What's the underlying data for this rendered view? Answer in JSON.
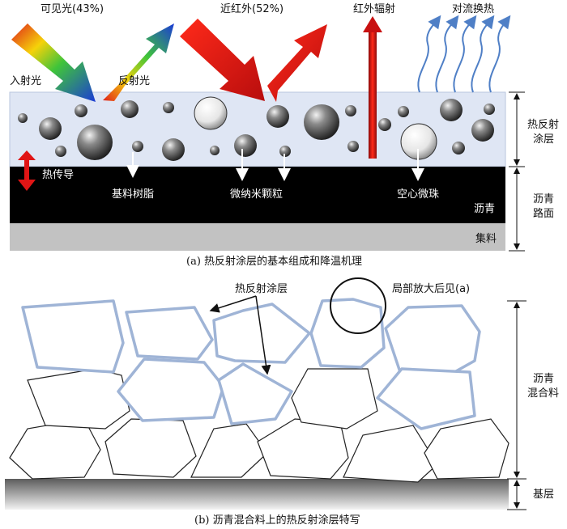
{
  "panel_a": {
    "visible_light": "可见光(43%)",
    "near_infrared": "近红外(52%)",
    "infrared_radiation": "红外辐射",
    "convective_heat": "对流换热",
    "incident_light": "入射光",
    "reflected_light": "反射光",
    "heat_reflective_coating": [
      "热反射",
      "涂层"
    ],
    "heat_conduction": "热传导",
    "matrix_resin": "基料树脂",
    "nano_particles": "微纳米颗粒",
    "hollow_microspheres": "空心微珠",
    "asphalt_in_layer": "沥青",
    "asphalt_pavement": [
      "沥青",
      "路面"
    ],
    "aggregate": "集料",
    "caption": "(a) 热反射涂层的基本组成和降温机理"
  },
  "panel_b": {
    "coating_label": "热反射涂层",
    "zoom_label": "局部放大后见(a)",
    "asphalt_mixture": [
      "沥青",
      "混合料"
    ],
    "base_layer": "基层",
    "caption": "(b) 沥青混合料上的热反射涂层特写"
  },
  "colors": {
    "coating_bg": "#dfe6f4",
    "asphalt": "#000000",
    "aggregate": "#bdbdbd",
    "red_arrow": "#e01515",
    "blue_curve": "#4f7fc6",
    "stone_coated": "#9fb4d6"
  }
}
